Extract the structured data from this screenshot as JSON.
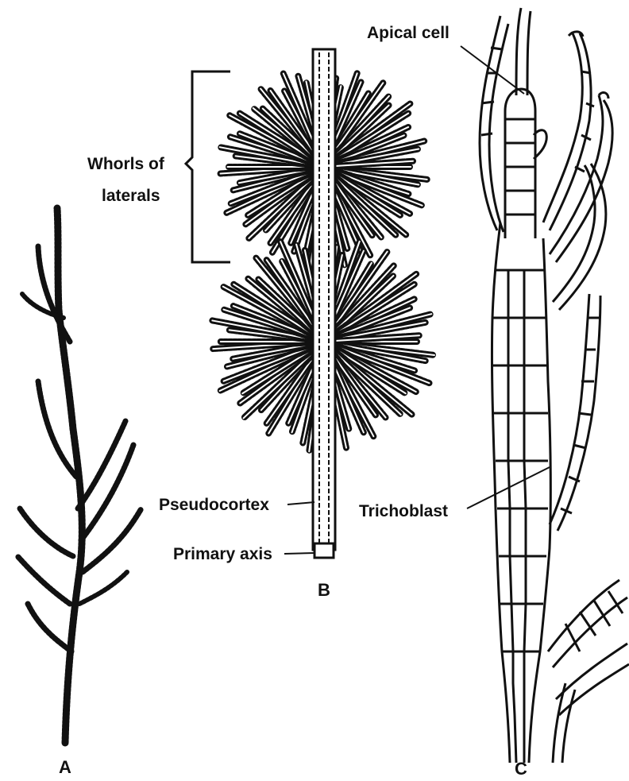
{
  "figure": {
    "panel_labels": {
      "a": "A",
      "b": "B",
      "c": "C"
    },
    "labels": {
      "whorls_line1": "Whorls of",
      "whorls_line2": "laterals",
      "pseudocortex": "Pseudocortex",
      "primary_axis": "Primary axis",
      "apical_cell": "Apical cell",
      "trichoblast": "Trichoblast"
    }
  }
}
